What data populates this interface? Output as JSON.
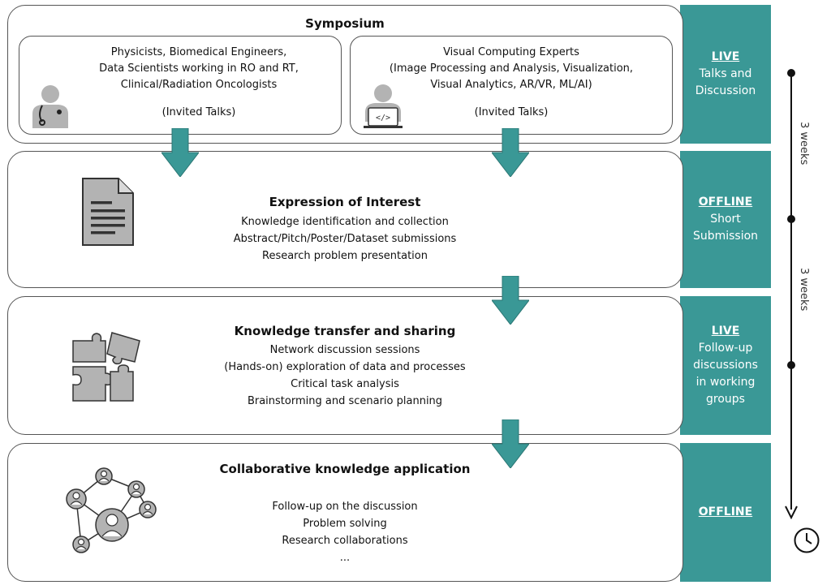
{
  "stages": [
    {
      "title": "Symposium",
      "groups": [
        {
          "lines": [
            "Physicists, Biomedical Engineers,",
            "Data Scientists working in RO and RT,",
            "Clinical/Radiation Oncologists"
          ],
          "note": "(Invited Talks)"
        },
        {
          "lines": [
            "Visual Computing Experts",
            "(Image Processing and Analysis, Visualization,",
            "Visual Analytics, AR/VR, ML/AI)"
          ],
          "note": "(Invited Talks)"
        }
      ],
      "mode": "LIVE",
      "mode_lines": [
        "Talks and",
        "Discussion"
      ]
    },
    {
      "title": "Expression of Interest",
      "lines": [
        "Knowledge identification and collection",
        "Abstract/Pitch/Poster/Dataset submissions",
        "Research problem presentation"
      ],
      "mode": "OFFLINE",
      "mode_lines": [
        "Short",
        "Submission"
      ]
    },
    {
      "title": "Knowledge transfer and sharing",
      "lines": [
        "Network discussion sessions",
        "(Hands-on) exploration of data and processes",
        "Critical task analysis",
        "Brainstorming and scenario planning"
      ],
      "mode": "LIVE",
      "mode_lines": [
        "Follow-up",
        "discussions",
        "in working",
        "groups"
      ]
    },
    {
      "title": "Collaborative knowledge application",
      "lines": [
        "Follow-up on the discussion",
        "Problem solving",
        "Research collaborations",
        "..."
      ],
      "mode": "OFFLINE",
      "mode_lines": []
    }
  ],
  "timeline": {
    "interval_1": "3 weeks",
    "interval_2": "3 weeks"
  },
  "colors": {
    "teal": "#3a9896",
    "border": "#555555",
    "icon": "#b3b3b3"
  },
  "icons": [
    "doctor-icon",
    "developer-icon",
    "document-icon",
    "puzzle-icon",
    "network-icon",
    "clock-icon"
  ]
}
